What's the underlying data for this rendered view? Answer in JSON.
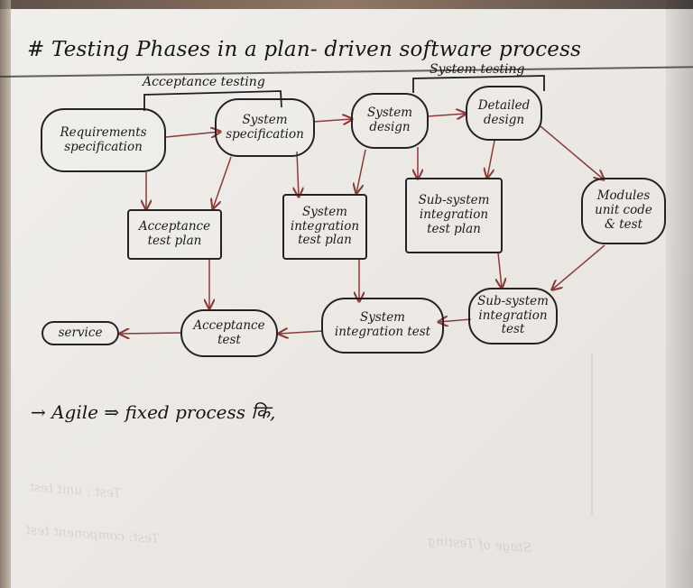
{
  "title": "# Testing Phases in a plan- driven software process",
  "group_labels": {
    "acceptance_testing": "Acceptance testing",
    "system_testing": "System testing"
  },
  "nodes": {
    "requirements_specification": "Requirements\nspecification",
    "system_specification": "System\nspecification",
    "system_design": "System\ndesign",
    "detailed_design": "Detailed\ndesign",
    "acceptance_test_plan": "Acceptance\ntest plan",
    "system_integration_test_plan": "System\nintegration\ntest plan",
    "subsystem_integration_test_plan": "Sub-system\nintegration\ntest plan",
    "module_unit_code_test": "Modules\nunit code\n& test",
    "service": "service",
    "acceptance_test": "Acceptance\ntest",
    "system_integration_test": "System\nintegration test",
    "subsystem_integration_test": "Sub-system\nintegration\ntest"
  },
  "bottom_note": "→ Agile ⇒ fixed process कि,",
  "colors": {
    "ink": "#1f1c1d",
    "arrow": "#8a3a39"
  },
  "ghost_text": [
    "Stage of Testing",
    "Test : unit test",
    "Test: component test"
  ]
}
